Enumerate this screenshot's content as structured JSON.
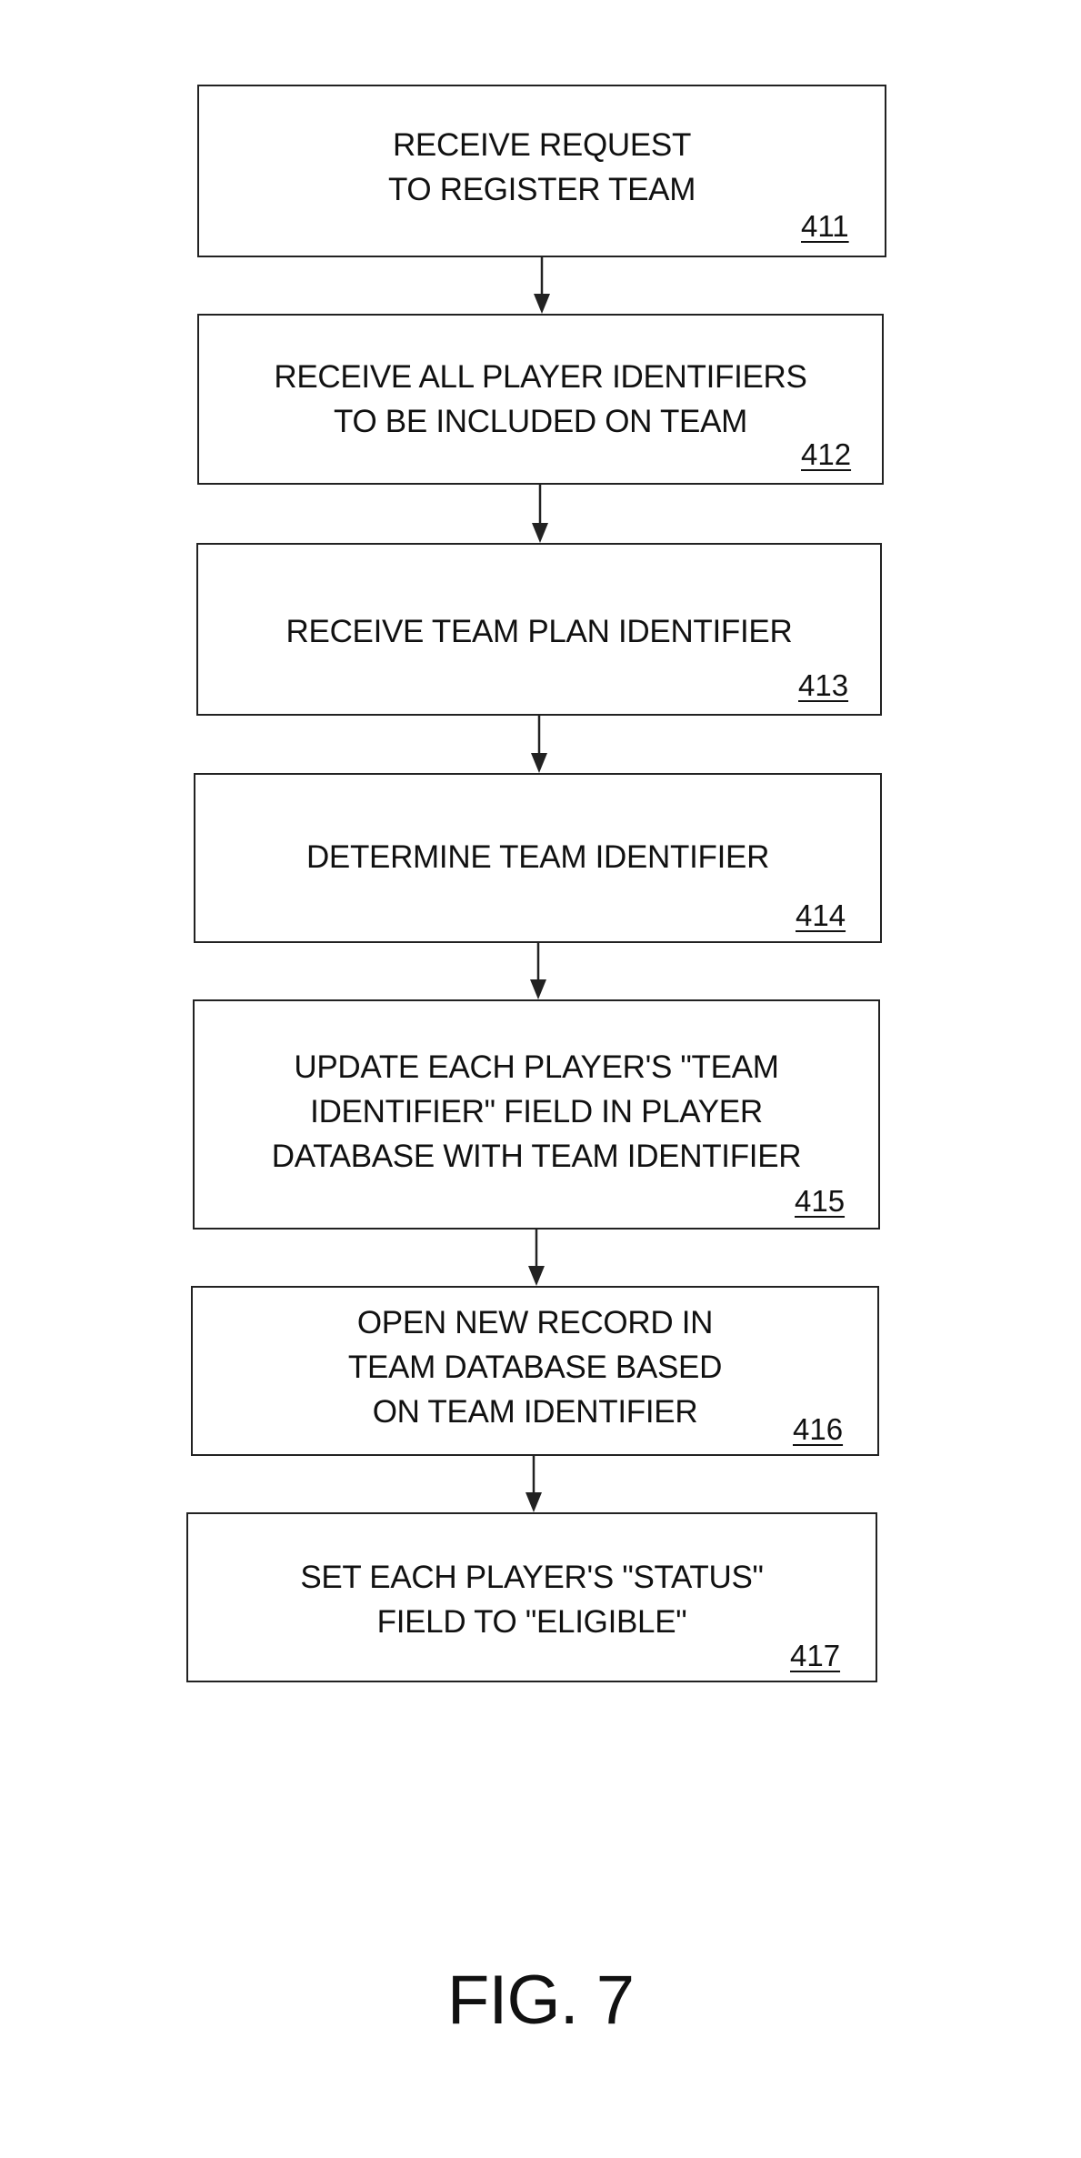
{
  "steps": [
    {
      "lines": [
        "RECEIVE REQUEST",
        "TO REGISTER TEAM"
      ],
      "ref": "411"
    },
    {
      "lines": [
        "RECEIVE ALL PLAYER IDENTIFIERS",
        "TO BE INCLUDED ON TEAM"
      ],
      "ref": "412"
    },
    {
      "lines": [
        "RECEIVE TEAM PLAN IDENTIFIER"
      ],
      "ref": "413"
    },
    {
      "lines": [
        "DETERMINE TEAM IDENTIFIER"
      ],
      "ref": "414"
    },
    {
      "lines": [
        "UPDATE EACH PLAYER'S \"TEAM",
        "IDENTIFIER\" FIELD IN PLAYER",
        "DATABASE WITH TEAM IDENTIFIER"
      ],
      "ref": "415"
    },
    {
      "lines": [
        "OPEN NEW RECORD IN",
        "TEAM DATABASE BASED",
        "ON TEAM IDENTIFIER"
      ],
      "ref": "416"
    },
    {
      "lines": [
        "SET EACH PLAYER'S \"STATUS\"",
        "FIELD TO \"ELIGIBLE\""
      ],
      "ref": "417"
    }
  ],
  "figure_label": "FIG. 7"
}
